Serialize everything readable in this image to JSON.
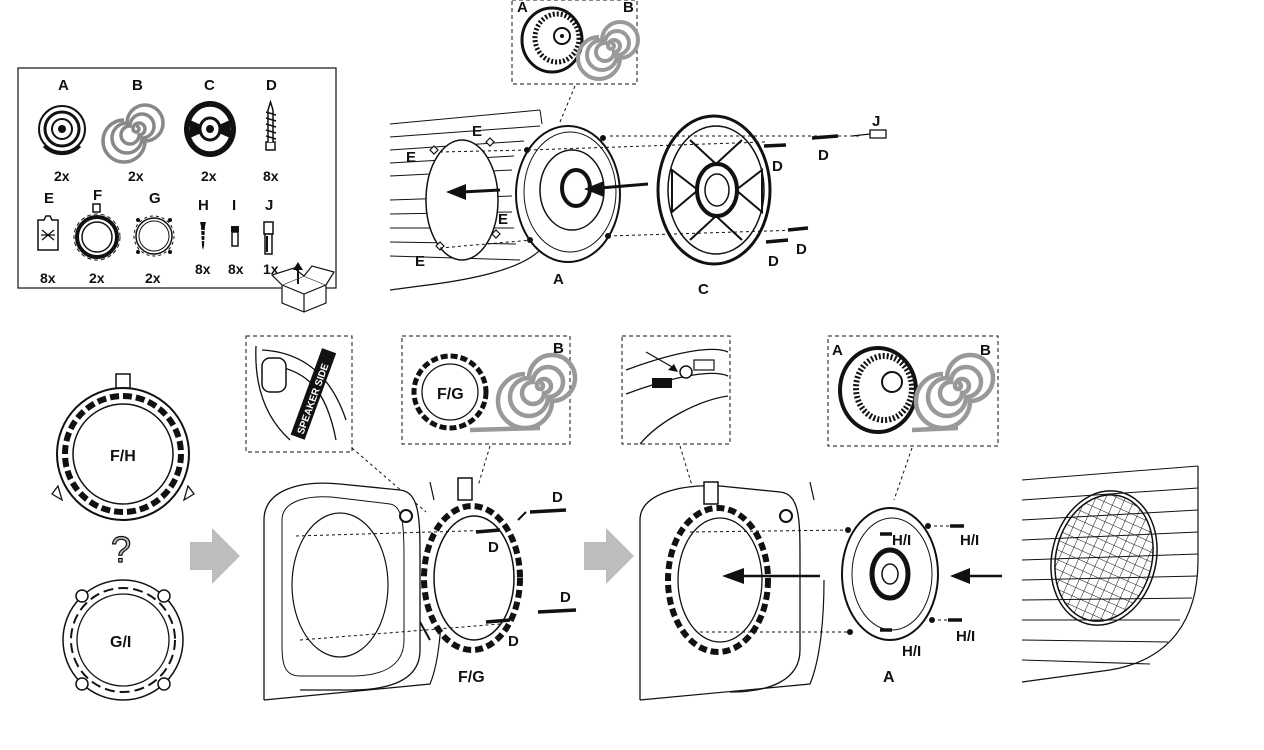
{
  "parts_box": {
    "parts": [
      {
        "letter": "A",
        "qty": "2x",
        "icon": "woofer-speaker-icon"
      },
      {
        "letter": "B",
        "qty": "2x",
        "icon": "foam-strip-coil-icon"
      },
      {
        "letter": "C",
        "qty": "2x",
        "icon": "speaker-grille-icon"
      },
      {
        "letter": "D",
        "qty": "8x",
        "icon": "long-screw-icon"
      },
      {
        "letter": "E",
        "qty": "8x",
        "icon": "spring-clip-icon"
      },
      {
        "letter": "F",
        "qty": "2x",
        "icon": "adapter-ring-f-icon"
      },
      {
        "letter": "G",
        "qty": "2x",
        "icon": "adapter-ring-g-icon"
      },
      {
        "letter": "H",
        "qty": "8x",
        "icon": "short-screw-icon"
      },
      {
        "letter": "I",
        "qty": "8x",
        "icon": "bolt-icon"
      },
      {
        "letter": "J",
        "qty": "1x",
        "icon": "bit-adapter-icon"
      }
    ]
  },
  "top_assembly": {
    "inset_labels": [
      "A",
      "B"
    ],
    "clip_label": "E",
    "speaker_label": "A",
    "grille_label": "C",
    "screw_label": "D",
    "tool_label": "J"
  },
  "adapter_choice": {
    "ring_top_label": "F/H",
    "question_mark": "?",
    "ring_bottom_label": "G/I"
  },
  "adapter_step": {
    "inset_label_fg": "F/G",
    "inset_label_b": "B",
    "screw_label": "D",
    "bottom_label": "F/G",
    "speaker_side_text": "SPEAKER SIDE"
  },
  "speaker_step": {
    "inset_labels": [
      "A",
      "B"
    ],
    "screw_label": "H/I",
    "bottom_label": "A"
  },
  "colors": {
    "arrow_gray": "#bdbdbd",
    "line": "#111111"
  }
}
